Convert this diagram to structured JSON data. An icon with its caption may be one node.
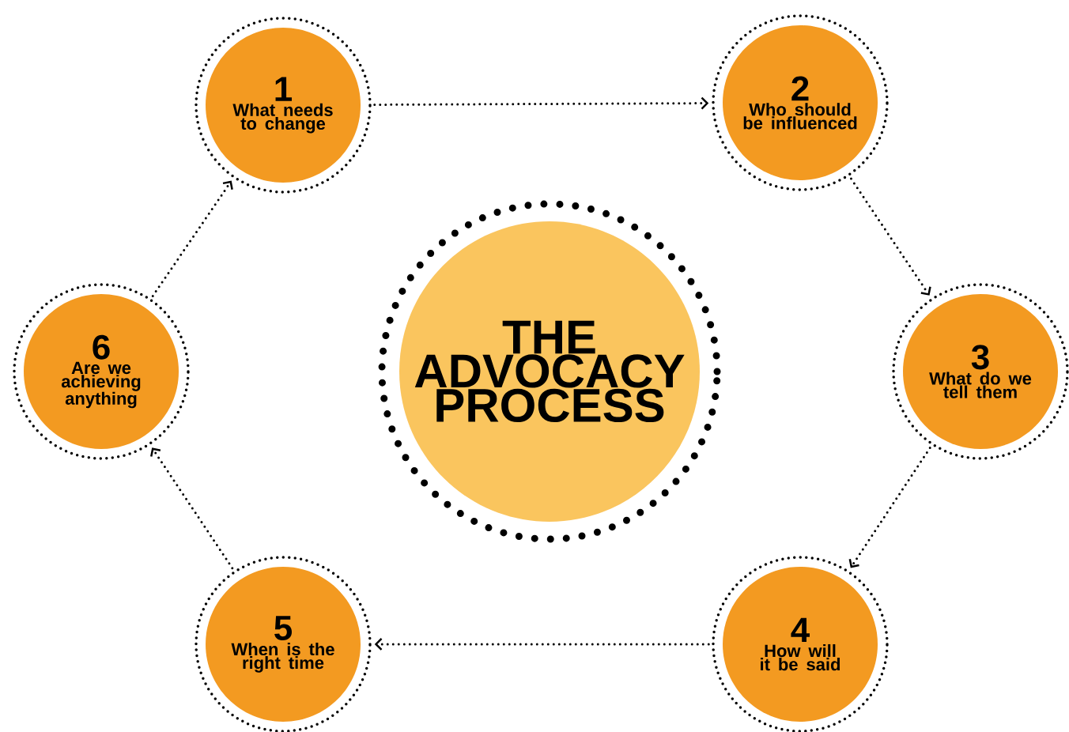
{
  "diagram": {
    "nodes": [
      {
        "text": [
          "1",
          "What needs to change"
        ]
      },
      {
        "text": [
          "2",
          "Who should be influenced"
        ]
      },
      {
        "text": [
          "3",
          "What do we tell them"
        ]
      },
      {
        "text": [
          "4",
          "How will it be said"
        ]
      },
      {
        "text": [
          "5",
          "When is the right time"
        ]
      },
      {
        "text": [
          "6",
          "Are we achieving anything"
        ]
      },
      {
        "text": [
          "THE ADVOCACY PROCESS"
        ]
      }
    ],
    "edges": [
      {
        "from": 0,
        "to": 1,
        "arrow": "to"
      },
      {
        "from": 1,
        "to": 2,
        "arrow": "to"
      },
      {
        "from": 2,
        "to": 3,
        "arrow": "to"
      },
      {
        "from": 3,
        "to": 4,
        "arrow": "to"
      },
      {
        "from": 4,
        "to": 5,
        "arrow": "to"
      },
      {
        "from": 5,
        "to": 0,
        "arrow": "to"
      }
    ]
  }
}
